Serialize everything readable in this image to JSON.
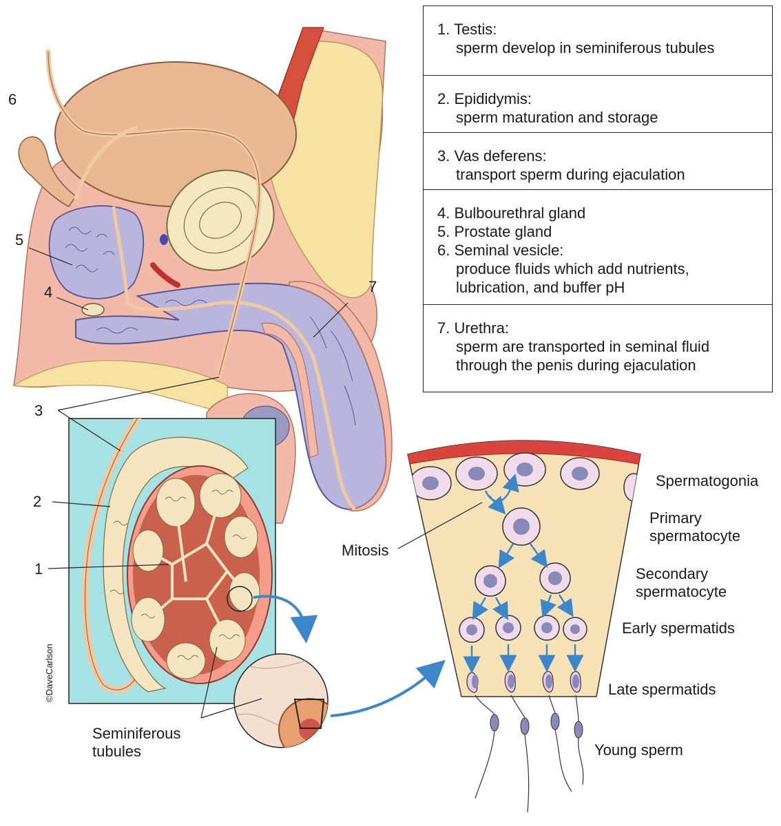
{
  "legend": {
    "testis": {
      "title": "1. Testis:",
      "desc": "sperm develop in seminiferous tubules"
    },
    "epididymis": {
      "title": "2. Epididymis:",
      "desc": "sperm maturation and storage"
    },
    "vas_deferens": {
      "title": "3. Vas deferens:",
      "desc": "transport sperm during ejaculation"
    },
    "glands": {
      "bulbourethral": "4. Bulbourethral gland",
      "prostate": "5. Prostate gland",
      "seminal_vesicle": "6. Seminal vesicle:",
      "desc_line1": "produce fluids which add nutrients,",
      "desc_line2": "lubrication, and buffer pH"
    },
    "urethra": {
      "title": "7. Urethra:",
      "desc_line1": "sperm are transported in seminal fluid",
      "desc_line2": "through the penis during ejaculation"
    }
  },
  "numbers": {
    "n1": "1",
    "n2": "2",
    "n3": "3",
    "n4": "4",
    "n5": "5",
    "n6": "6",
    "n7": "7"
  },
  "labels": {
    "seminiferous_line1": "Seminiferous",
    "seminiferous_line2": "tubules",
    "mitosis": "Mitosis",
    "spermatogonia": "Spermatogonia",
    "primary_line1": "Primary",
    "primary_line2": "spermatocyte",
    "secondary_line1": "Secondary",
    "secondary_line2": "spermatocyte",
    "early_spermatids": "Early spermatids",
    "late_spermatids": "Late spermatids",
    "young_sperm": "Young sperm"
  },
  "copyright": "©DaveCarlson",
  "colors": {
    "flesh": "#f2b9a8",
    "bladder": "#eab793",
    "fat": "#f7e2a4",
    "spongy": "#b9b5dd",
    "tubule_bg": "#a6e1e4",
    "testis_red": "#c9614e",
    "arrow_blue": "#3c86c9",
    "tunica_red": "#d9453e"
  }
}
